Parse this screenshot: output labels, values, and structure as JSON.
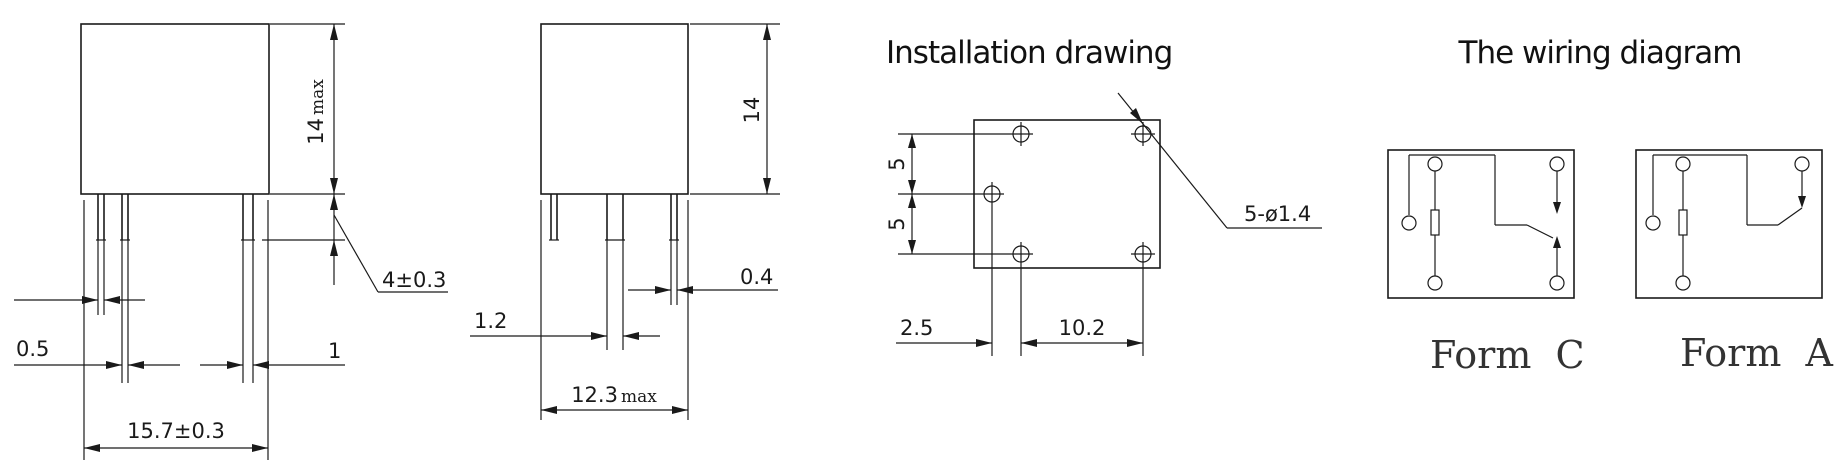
{
  "front_view": {
    "height_value": "14",
    "height_suffix": "max",
    "pin_offset": "4±0.3",
    "pin_thickness": "0.5",
    "pin_width": "1",
    "width": "15.7±0.3"
  },
  "side_view": {
    "height": "14",
    "pin_thickness": "0.4",
    "pin_width": "1.2",
    "width_value": "12.3",
    "width_suffix": "max"
  },
  "installation": {
    "title": "Installation drawing",
    "pitch_upper": "5",
    "pitch_lower": "5",
    "holes": "5-ø1.4",
    "offset_x": "2.5",
    "pitch_x": "10.2"
  },
  "wiring": {
    "title": "The wiring diagram",
    "form_c_label": "Form  C",
    "form_a_label": "Form  A"
  }
}
